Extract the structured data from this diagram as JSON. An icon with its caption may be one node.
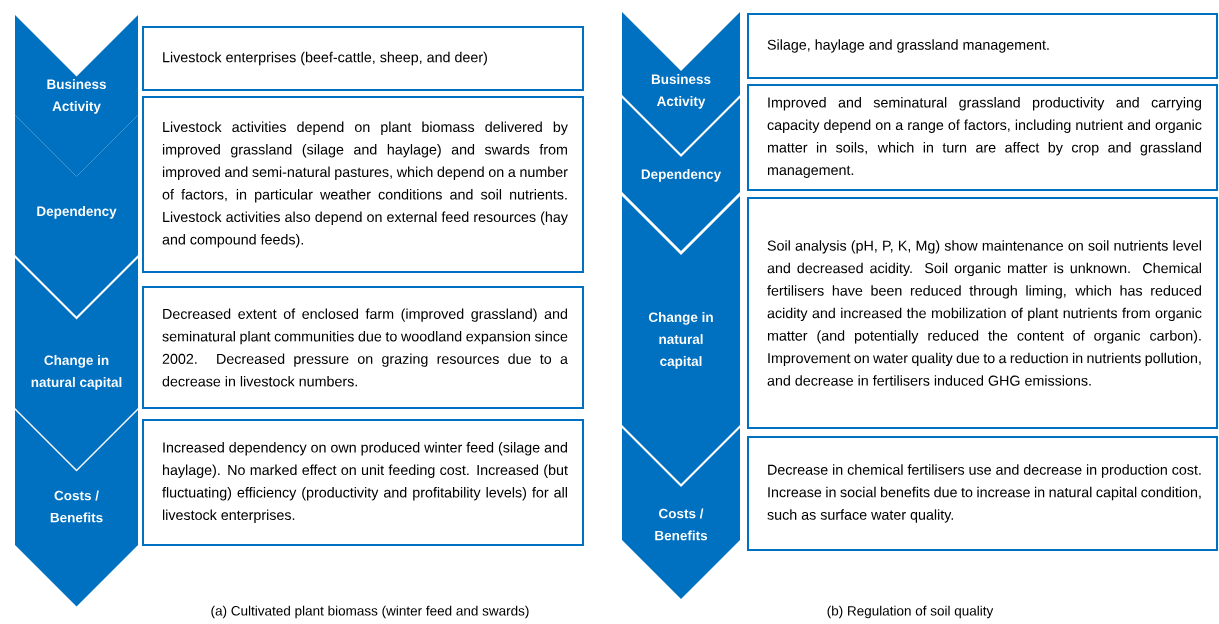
{
  "diagram": {
    "nodes": [
      {
        "text": [
          "Business Activity"
        ]
      },
      {
        "text": [
          "Livestock enterprises (beef-cattle, sheep, and deer)"
        ]
      },
      {
        "text": [
          "Dependency"
        ]
      },
      {
        "text": [
          "Livestock activities depend on plant biomass delivered by improved grassland (silage and haylage) and swards from improved and semi-natural pastures, which depend on a number of factors, in particular weather conditions and soil nutrients. Livestock activities also depend on external feed resources (hay and compound feeds)."
        ]
      },
      {
        "text": [
          "Change in natural capital"
        ]
      },
      {
        "text": [
          "Decreased extent of enclosed farm (improved grassland) and seminatural plant communities due to woodland expansion since 2002.  Decreased pressure on grazing resources due to a decrease in livestock numbers."
        ]
      },
      {
        "text": [
          "Costs / Benefits"
        ]
      },
      {
        "text": [
          "Increased dependency on own produced winter feed (silage and haylage). No marked effect on unit feeding cost. Increased (but fluctuating) efficiency (productivity and profitability levels) for all livestock enterprises."
        ]
      },
      {
        "text": [
          "Business Activity"
        ]
      },
      {
        "text": [
          "Silage, haylage and grassland management."
        ]
      },
      {
        "text": [
          "Dependency"
        ]
      },
      {
        "text": [
          "Improved and seminatural grassland productivity and carrying capacity depend on a range of factors, including nutrient and organic matter in soils, which in turn are affect by crop and grassland management."
        ]
      },
      {
        "text": [
          "Change in natural capital"
        ]
      },
      {
        "text": [
          "Soil analysis (pH, P, K, Mg) show maintenance on soil nutrients level and decreased acidity. Soil organic matter is unknown. Chemical fertilisers have been reduced through liming, which has reduced acidity and increased the mobilization of plant nutrients from organic matter (and potentially reduced the content of organic carbon). Improvement on water quality due to a reduction in nutrients pollution, and  decrease in fertilisers induced GHG emissions."
        ]
      },
      {
        "text": [
          "Costs / Benefits"
        ]
      },
      {
        "text": [
          "Decrease in chemical fertilisers use and decrease in production cost. Increase in social benefits due to increase in natural capital condition, such as surface water quality."
        ]
      }
    ],
    "labels": [
      "(a) Cultivated plant biomass (winter feed and swards)",
      "(b) Regulation of soil quality"
    ]
  }
}
